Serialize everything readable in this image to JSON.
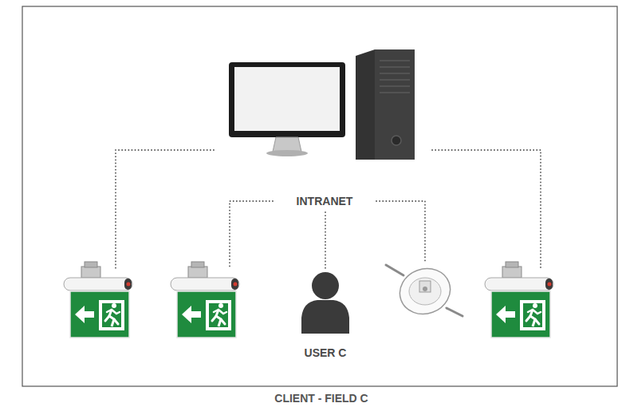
{
  "diagram": {
    "caption": "CLIENT - FIELD C",
    "labels": [
      "INTRANET",
      "USER C"
    ]
  }
}
